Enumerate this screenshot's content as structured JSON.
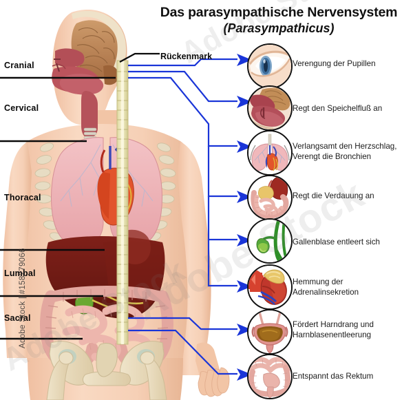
{
  "title": {
    "main": "Das parasympathische Nervensystem",
    "sub": "(Parasympathicus)"
  },
  "spinal_cord_callout": {
    "label": "Rückenmark"
  },
  "regions": [
    {
      "name": "Cranial",
      "label": "Cranial"
    },
    {
      "name": "Cervical",
      "label": "Cervical"
    },
    {
      "name": "Thoracal",
      "label": "Thoracal"
    },
    {
      "name": "Lumbal",
      "label": "Lumbal"
    },
    {
      "name": "Sacral",
      "label": "Sacral"
    }
  ],
  "effects": [
    {
      "icon": "eye-icon",
      "label": "Verengung der Pupillen"
    },
    {
      "icon": "salivary-gland-icon",
      "label": "Regt den Speichelfluß an"
    },
    {
      "icon": "lungs-heart-icon",
      "label": "Verlangsamt den Herzschlag,\nVerengt die Bronchien"
    },
    {
      "icon": "stomach-intestine-icon",
      "label": "Regt die Verdauung an"
    },
    {
      "icon": "gallbladder-icon",
      "label": "Gallenblase entleert sich"
    },
    {
      "icon": "adrenal-gland-icon",
      "label": "Hemmung der\nAdrenalinsekretion"
    },
    {
      "icon": "bladder-icon",
      "label": "Fördert Harndrang und\nHarnblasenentleerung"
    },
    {
      "icon": "rectum-icon",
      "label": "Entspannt das Rektum"
    }
  ],
  "watermark": {
    "side": "Adobe Stock | #158279066",
    "big": "Adobe Stock"
  },
  "colors": {
    "nerve_blue": "#1a35d8",
    "leader_black": "#0a0a0a",
    "skin": "#f5cfb4",
    "brain": "#c08a5a",
    "lung": "#f0b8bb",
    "liver": "#8b2b22",
    "heart": "#e2542c",
    "intestine": "#eab4ab",
    "bone": "#ece0c4",
    "cord": "#eeeab0",
    "gallbladder": "#59a832"
  }
}
